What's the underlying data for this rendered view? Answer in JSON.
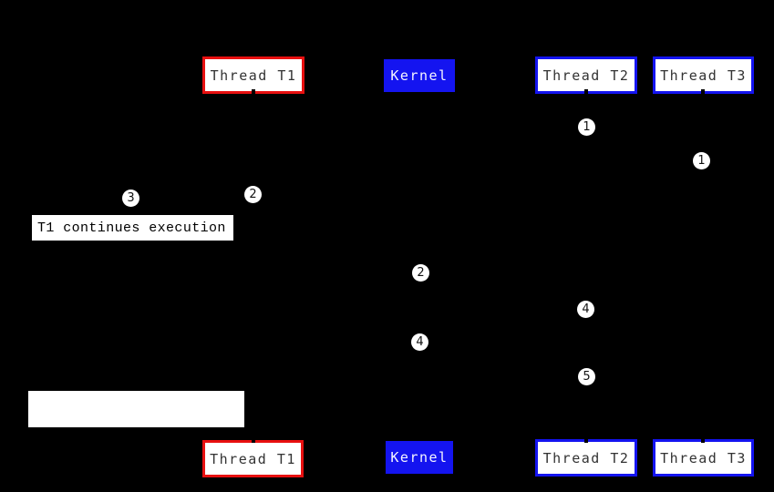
{
  "colors": {
    "background": "#000000",
    "red": "#e81010",
    "blue": "#1414f0",
    "box_fill": "#ffffff",
    "label_text": "#333333",
    "kernel_text": "#f5f5ff",
    "marker_fill": "#ffffff",
    "marker_text": "#111111"
  },
  "boxes": {
    "top": {
      "thread_t1": "Thread T1",
      "kernel": "Kernel",
      "thread_t2": "Thread T2",
      "thread_t3": "Thread T3"
    },
    "bottom": {
      "thread_t1": "Thread T1",
      "kernel": "Kernel",
      "thread_t2": "Thread T2",
      "thread_t3": "Thread T3"
    }
  },
  "labels": {
    "t1_continues": "T1 continues execution"
  },
  "markers": [
    {
      "label": "1"
    },
    {
      "label": "1"
    },
    {
      "label": "2"
    },
    {
      "label": "3"
    },
    {
      "label": "2"
    },
    {
      "label": "4"
    },
    {
      "label": "4"
    },
    {
      "label": "5"
    }
  ]
}
